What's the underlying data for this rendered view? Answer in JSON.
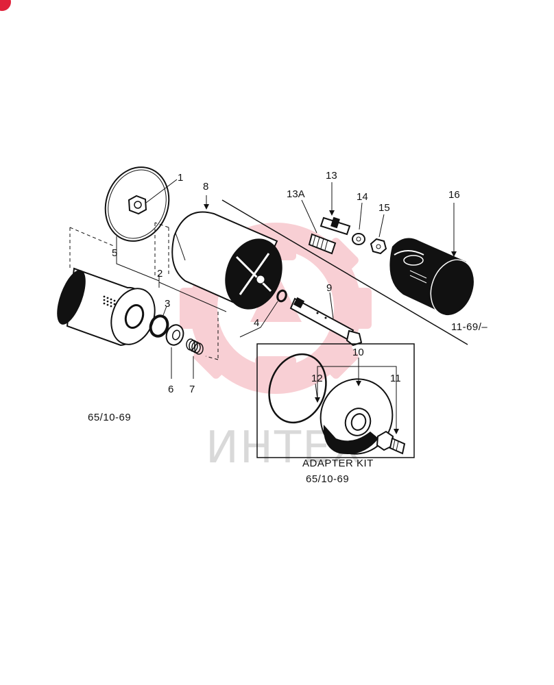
{
  "callouts": {
    "c1": "1",
    "c2": "2",
    "c3": "3",
    "c4": "4",
    "c5": "5",
    "c6": "6",
    "c7": "7",
    "c8": "8",
    "c9": "9",
    "c10": "10",
    "c11": "11",
    "c12": "12",
    "c13": "13",
    "c13a": "13A",
    "c14": "14",
    "c15": "15",
    "c16": "16"
  },
  "captions": {
    "left_date": "65/10-69",
    "right_date": "11-69/–",
    "adapter_kit_title": "ADAPTER KIT",
    "adapter_kit_date": "65/10-69"
  },
  "watermark": {
    "text": "ИНТЕХ",
    "color": "#f3a9b2"
  },
  "colors": {
    "ink": "#111111",
    "brand_accent": "#e0213a"
  }
}
